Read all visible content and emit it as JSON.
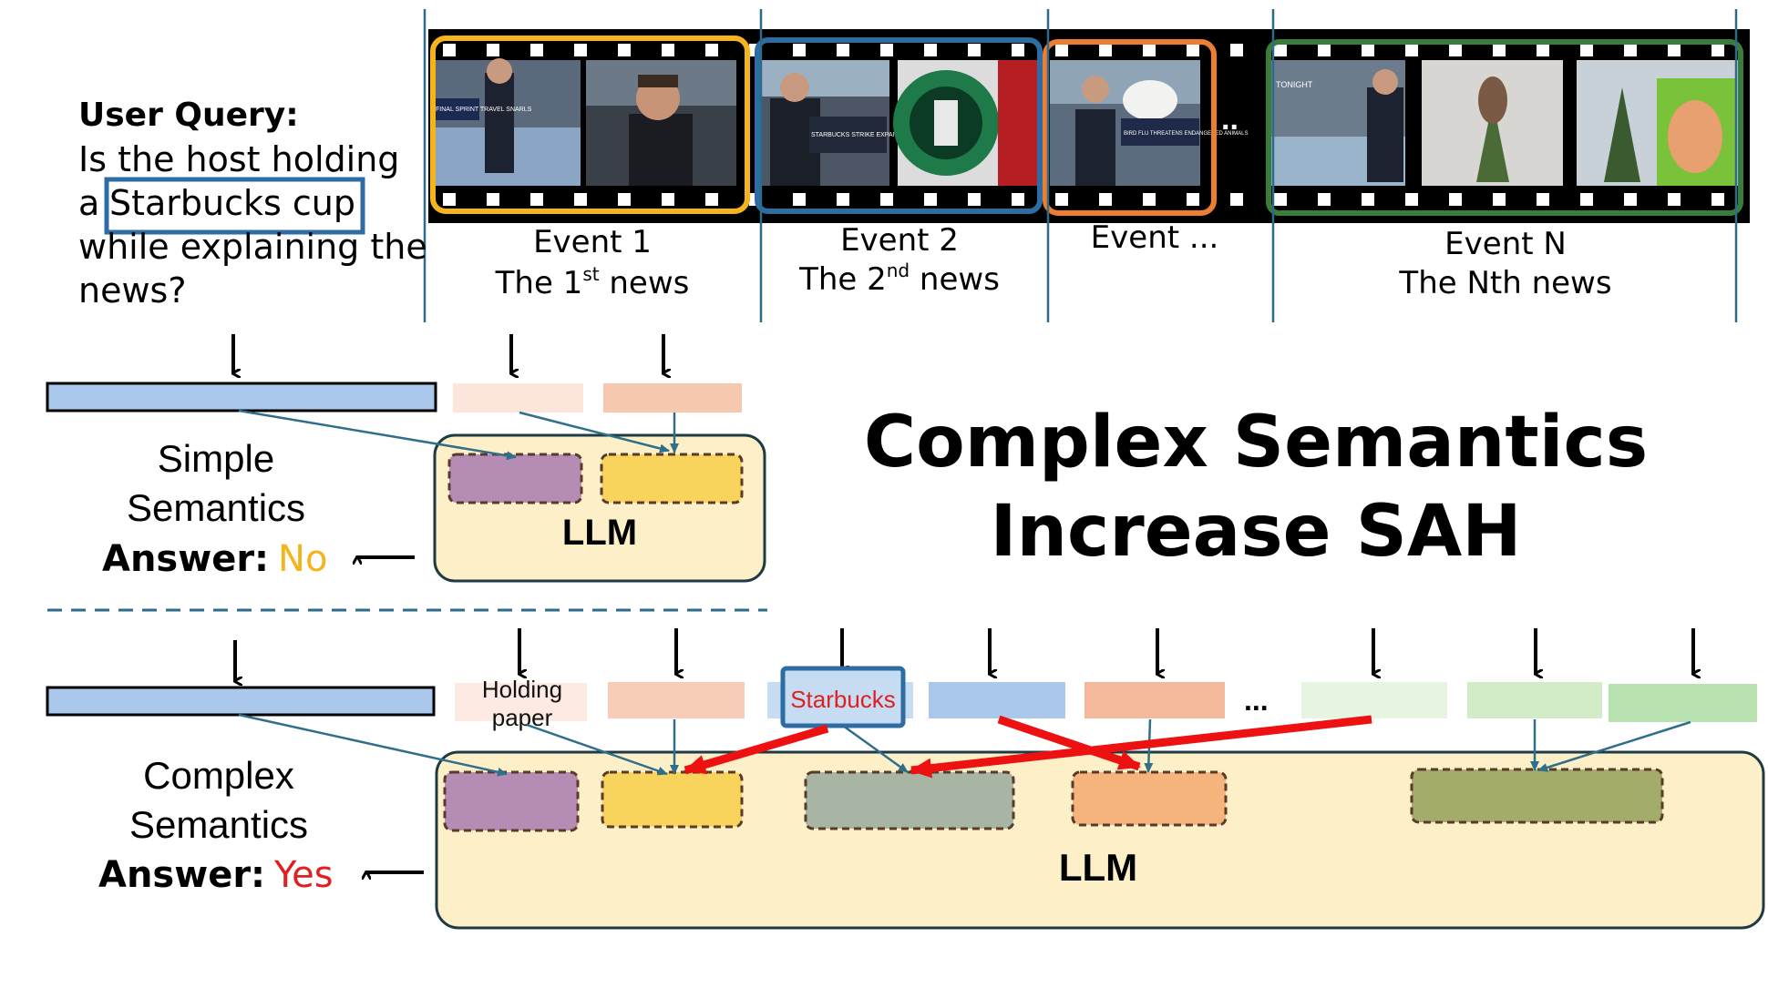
{
  "query": {
    "title": "User Query:",
    "line1": "Is the host holding",
    "line2_prefix": "a",
    "highlight": "Starbucks cup",
    "line3": "while explaining the",
    "line4": "news?"
  },
  "events": [
    {
      "name": "Event 1",
      "news_prefix": "The 1",
      "news_sup": "st",
      "news_suffix": " news",
      "color": "#f4b41a"
    },
    {
      "name": "Event 2",
      "news_prefix": "The 2",
      "news_sup": "nd",
      "news_suffix": " news",
      "color": "#2e6ca4"
    },
    {
      "name": "Event ...",
      "news_prefix": "",
      "news_sup": "",
      "news_suffix": "",
      "color": "#ed7d31"
    },
    {
      "name": "Event N",
      "news_prefix": "The Nth news",
      "news_sup": "",
      "news_suffix": "",
      "color": "#3a7d3a"
    }
  ],
  "frame_captions": {
    "f1": "FINAL SPRINT TRAVEL SNARLS",
    "f2": "STARBUCKS STRIKE EXPANDS NATIONWIDE",
    "f3": "BIRD FLU THREATENS ENDANGERED ANIMALS",
    "f4": "TONIGHT"
  },
  "film_ellipsis": "..",
  "simple": {
    "label1": "Simple",
    "label2": "Semantics",
    "answer_label": "Answer:",
    "answer_value": "No",
    "answer_color": "#f4b41a",
    "llm": "LLM"
  },
  "complex": {
    "label1": "Complex",
    "label2": "Semantics",
    "answer_label": "Answer:",
    "answer_value": "Yes",
    "answer_color": "#e02020",
    "llm": "LLM",
    "token_holding": "Holding paper",
    "token_starbucks": "Starbucks",
    "ellipsis": "..."
  },
  "headline": {
    "line1": "Complex Semantics",
    "line2": "Increase SAH"
  },
  "colors": {
    "query_token": "#a9c8ec",
    "llm_fill": "#fdf0c8",
    "purple": "#b48cb4",
    "yellow": "#f8d45c",
    "gray_green": "#a8b4a4",
    "orange": "#f4b47c",
    "olive": "#a4ac6c",
    "arrow_red": "#ee1111",
    "teal": "#2f6f8a"
  }
}
